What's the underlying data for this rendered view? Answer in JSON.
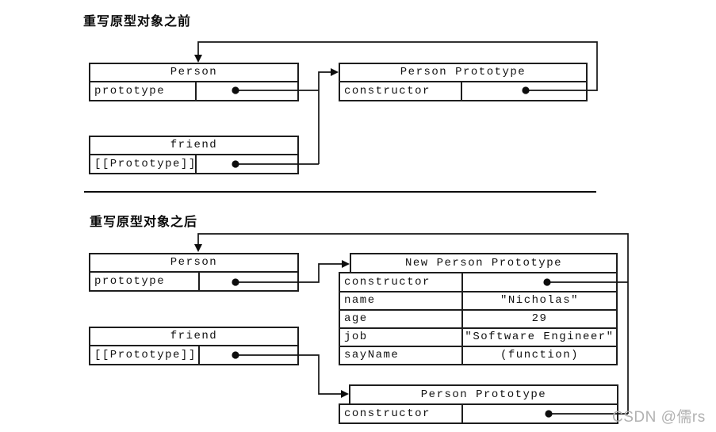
{
  "titles": {
    "before": "重写原型对象之前",
    "after": "重写原型对象之后"
  },
  "before": {
    "person": {
      "title": "Person",
      "rows": [
        {
          "label": "prototype"
        }
      ]
    },
    "person_prototype": {
      "title": "Person Prototype",
      "rows": [
        {
          "label": "constructor"
        }
      ]
    },
    "friend": {
      "title": "friend",
      "rows": [
        {
          "label": "[[Prototype]]"
        }
      ]
    }
  },
  "after": {
    "person": {
      "title": "Person",
      "rows": [
        {
          "label": "prototype"
        }
      ]
    },
    "new_person_prototype": {
      "title": "New Person Prototype",
      "rows": [
        {
          "label": "constructor",
          "value": ""
        },
        {
          "label": "name",
          "value": "\"Nicholas\""
        },
        {
          "label": "age",
          "value": "29"
        },
        {
          "label": "job",
          "value": "\"Software Engineer\""
        },
        {
          "label": "sayName",
          "value": "(function)"
        }
      ]
    },
    "friend": {
      "title": "friend",
      "rows": [
        {
          "label": "[[Prototype]]"
        }
      ]
    },
    "person_prototype": {
      "title": "Person Prototype",
      "rows": [
        {
          "label": "constructor"
        }
      ]
    }
  },
  "watermark": "CSDN @儒rs",
  "colors": {
    "line": "#161616",
    "watermark": "#b1b1b1"
  }
}
